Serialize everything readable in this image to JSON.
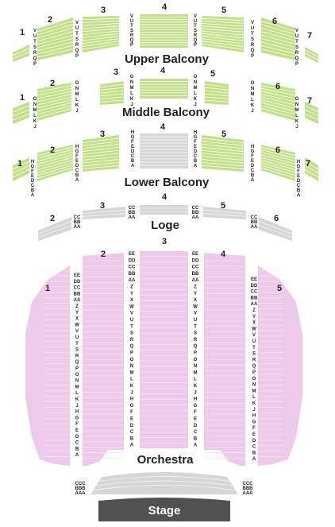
{
  "colors": {
    "balcony_fill": "#c2e186",
    "balcony_line": "#ffffff",
    "loge_fill": "#d6d6d6",
    "orchestra_fill": "#eecaea",
    "stage_fill": "#505050",
    "text": "#222222",
    "stage_text": "#ffffff"
  },
  "levels": {
    "upper_balcony": {
      "title": "Upper Balcony",
      "sections": [
        "1",
        "2",
        "3",
        "4",
        "5",
        "6",
        "7"
      ],
      "rows_center": [
        "V",
        "U",
        "T",
        "S",
        "R",
        "Q",
        "P"
      ],
      "rows_outer": [
        "V",
        "U",
        "T",
        "S",
        "R",
        "Q",
        "P"
      ]
    },
    "middle_balcony": {
      "title": "Middle Balcony",
      "sections": [
        "1",
        "2",
        "3",
        "4",
        "5",
        "6",
        "7"
      ],
      "rows_center": [
        "O",
        "N",
        "M",
        "L",
        "K",
        "J"
      ],
      "rows_outer": [
        "O",
        "N",
        "M",
        "L",
        "K",
        "J"
      ]
    },
    "lower_balcony": {
      "title": "Lower Balcony",
      "sections": [
        "1",
        "2",
        "3",
        "4",
        "5",
        "6",
        "7"
      ],
      "rows_center": [
        "H",
        "G",
        "F",
        "E",
        "D",
        "C",
        "B",
        "A"
      ],
      "rows_outer": [
        "H",
        "G",
        "F",
        "E",
        "D",
        "C",
        "B",
        "A"
      ]
    },
    "loge": {
      "title": "Loge",
      "sections": [
        "2",
        "3",
        "4",
        "5",
        "6"
      ],
      "rows": [
        "CC",
        "BB",
        "AA"
      ]
    },
    "orchestra": {
      "title": "Orchestra",
      "sections": [
        "1",
        "2",
        "3",
        "4",
        "5"
      ],
      "rows": [
        "EE",
        "DD",
        "CC",
        "BB",
        "AA",
        "Z",
        "Y",
        "X",
        "W",
        "V",
        "U",
        "T",
        "S",
        "R",
        "Q",
        "P",
        "O",
        "N",
        "M",
        "L",
        "K",
        "J",
        "H",
        "G",
        "F",
        "E",
        "D",
        "C",
        "B",
        "A"
      ],
      "pit_rows": [
        "CCC",
        "BBB",
        "AAA"
      ]
    },
    "stage": {
      "title": "Stage"
    }
  }
}
